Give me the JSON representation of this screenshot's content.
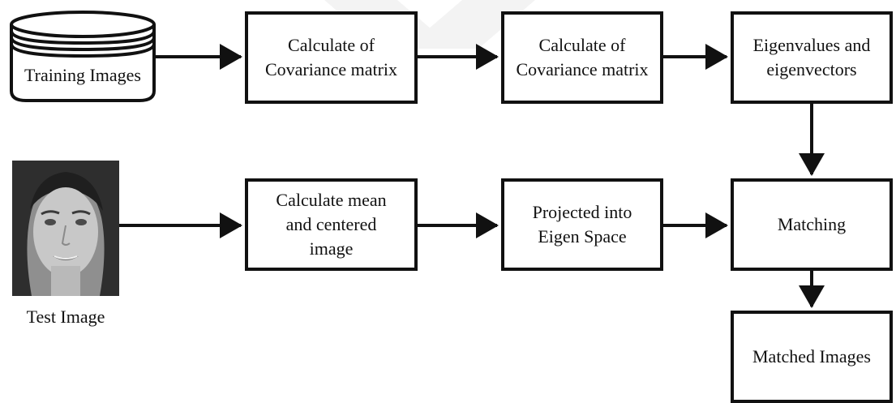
{
  "diagram": {
    "database": {
      "label": "Training Images"
    },
    "test_image": {
      "label": "Test Image"
    },
    "boxes": {
      "cov1": "Calculate of\nCovariance matrix",
      "cov2": "Calculate of\nCovariance matrix",
      "eig": "Eigenvalues and\neigenvectors",
      "mean": "Calculate mean\nand centered\nimage",
      "proj": "Projected into\nEigen Space",
      "match": "Matching",
      "out": "Matched Images"
    }
  },
  "colors": {
    "stroke": "#111111",
    "background": "#ffffff",
    "watermark": "#f2f2f2"
  }
}
